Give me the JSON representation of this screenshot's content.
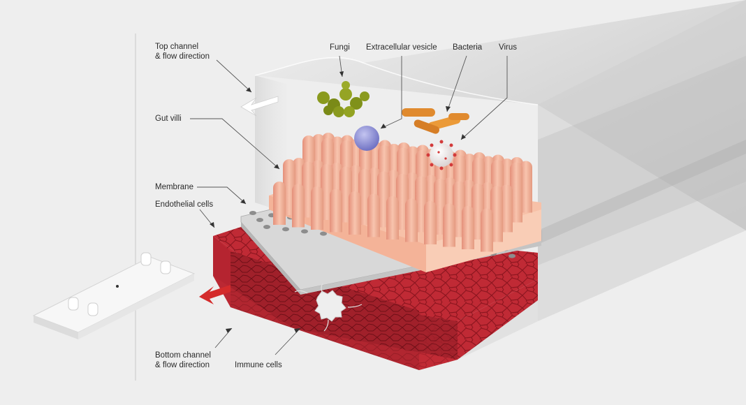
{
  "labels": {
    "top_channel": [
      "Top channel",
      "& flow direction"
    ],
    "gut_villi": "Gut villi",
    "membrane": "Membrane",
    "endothelial": "Endothelial cells",
    "bottom_channel": [
      "Bottom channel",
      "& flow direction"
    ],
    "immune_cells": "Immune cells",
    "fungi": "Fungi",
    "vesicle": "Extracellular vesicle",
    "bacteria": "Bacteria",
    "virus": "Virus"
  },
  "colors": {
    "background": "#eeeeee",
    "villi": "#f4b49a",
    "villi_shadow": "#e08e74",
    "epithelium_base": "#f7c1a8",
    "membrane": "#c9c9c9",
    "endothelium": "#c42a35",
    "endothelium_dark": "#8e1620",
    "fungi": "#8a9a1e",
    "vesicle": "#8e8fd6",
    "bacteria": "#e08a2e",
    "virus": "#e9e4e4",
    "flow_arrow_top": "#ffffff",
    "flow_arrow_bottom": "#d42b2b",
    "glass": "#d9d9d9"
  }
}
